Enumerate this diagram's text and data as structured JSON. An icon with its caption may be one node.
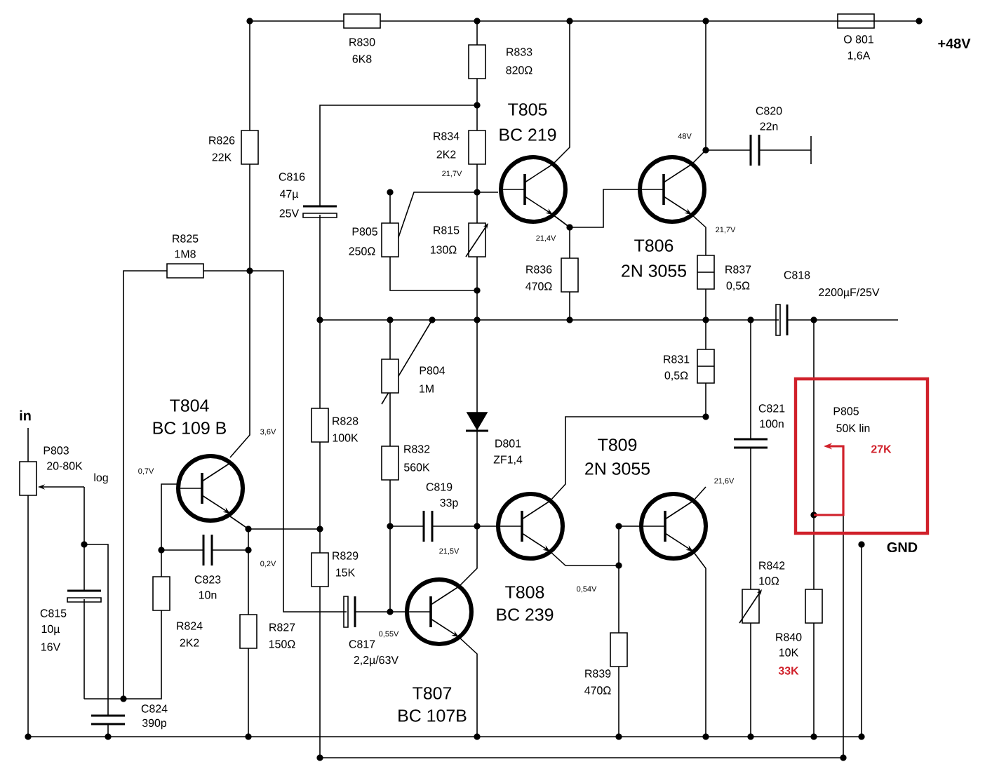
{
  "diagram": {
    "nodes": [
      {
        "text": [
          "P805",
          "50K lin",
          "27K"
        ]
      }
    ],
    "labels": [
      "R830",
      "6K8",
      "O 801",
      "1,6A",
      "+48V",
      "R833",
      "820Ω",
      "T805",
      "BC 219",
      "C820",
      "22n",
      "48V",
      "R826",
      "22K",
      "R834",
      "2K2",
      "21,7V",
      "C816",
      "47µ",
      "25V",
      "P805",
      "250Ω",
      "R815",
      "130Ω",
      "21,4V",
      "T806",
      "2N 3055",
      "21,7V",
      "R825",
      "1M8",
      "R836",
      "470Ω",
      "R837",
      "0,5Ω",
      "C818",
      "2200µF/25V",
      "R831",
      "0,5Ω",
      "P804",
      "1M",
      "in",
      "T804",
      "BC 109 B",
      "3,6V",
      "R828",
      "100K",
      "D801",
      "ZF1,4",
      "T809",
      "2N 3055",
      "C821",
      "100n",
      "P803",
      "20-80K",
      "log",
      "R832",
      "560K",
      "0,7V",
      "C819",
      "33p",
      "21,6V",
      "GND",
      "0,2V",
      "C823",
      "10n",
      "R829",
      "15K",
      "21,5V",
      "R842",
      "10Ω",
      "0,54V",
      "T808",
      "BC 239",
      "C815",
      "10µ",
      "16V",
      "R824",
      "2K2",
      "R827",
      "150Ω",
      "0,55V",
      "C817",
      "2,2µ/63V",
      "R840",
      "10K",
      "33K",
      "R839",
      "470Ω",
      "T807",
      "BC 107B",
      "C824",
      "390p"
    ]
  }
}
